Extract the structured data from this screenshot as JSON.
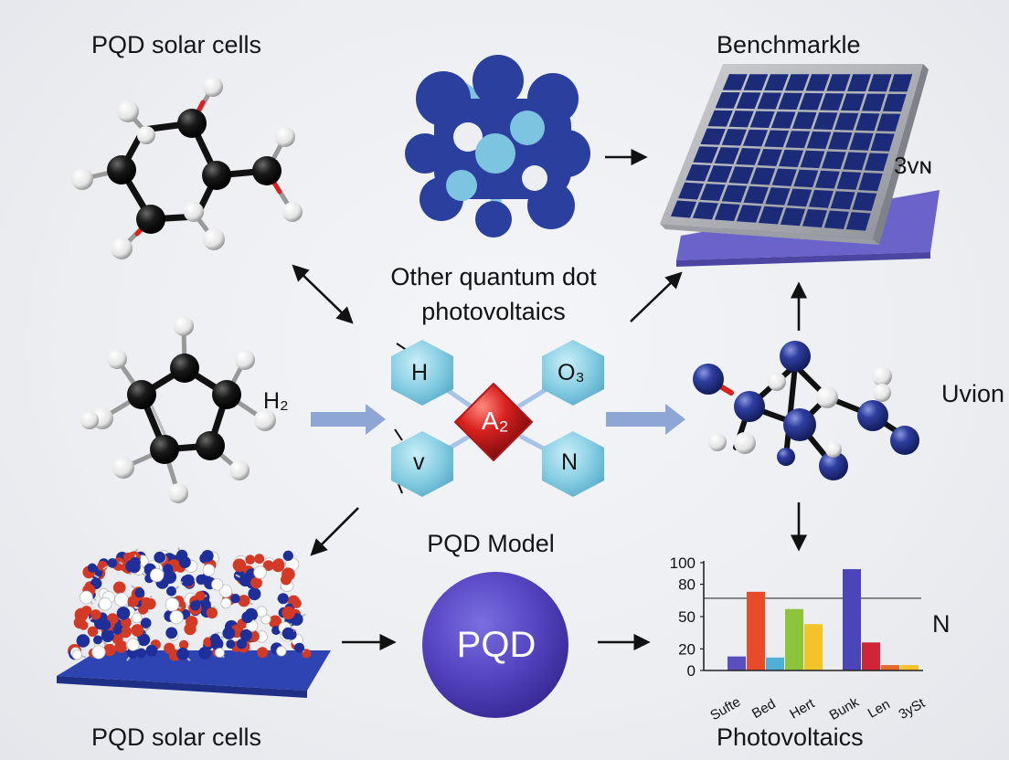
{
  "labels": {
    "top_left": "PQD solar cells",
    "top_right": "Benchmarkle",
    "panel_side": "3vɴ",
    "center_line1": "Other quantum dot",
    "center_line2": "photovoltaics",
    "molecule_h2": "H₂",
    "right_mid": "Uvion",
    "pqd_model": "PQD Model",
    "pqd_sphere": "PQD",
    "bottom_left": "PQD solar cells",
    "bottom_right": "Photovoltaics",
    "chart_side": "N"
  },
  "hex_nodes": {
    "top_left": "H",
    "top_right": "O₃",
    "bottom_left": "v",
    "bottom_right": "N",
    "center": "A₂"
  },
  "colors": {
    "navy": "#243a94",
    "sky": "#7cc4df",
    "red": "#d9211f",
    "purple": "#5b4fc4",
    "flow_arrow": "#8ea6d6"
  },
  "chart_data": {
    "type": "bar",
    "ylim": [
      0,
      100
    ],
    "yticks": [
      0,
      20,
      50,
      80,
      100
    ],
    "reference_line": 67,
    "categories": [
      "Sufte",
      "Bed",
      "Hert",
      "Bunk",
      "Len",
      "3ySt"
    ],
    "bars": [
      {
        "x": 0,
        "value": 13,
        "color": "#5b4fbf"
      },
      {
        "x": 0.5,
        "value": 73,
        "color": "#e84a2a"
      },
      {
        "x": 1,
        "value": 12,
        "color": "#4fb0d6"
      },
      {
        "x": 1.5,
        "value": 57,
        "color": "#8cc43a"
      },
      {
        "x": 2,
        "value": 43,
        "color": "#f2c42a"
      },
      {
        "x": 3,
        "value": 94,
        "color": "#4a45b8"
      },
      {
        "x": 3.5,
        "value": 26,
        "color": "#d02538"
      },
      {
        "x": 4,
        "value": 5,
        "color": "#e26a2a"
      },
      {
        "x": 4.5,
        "value": 5,
        "color": "#f2c42a"
      }
    ]
  }
}
